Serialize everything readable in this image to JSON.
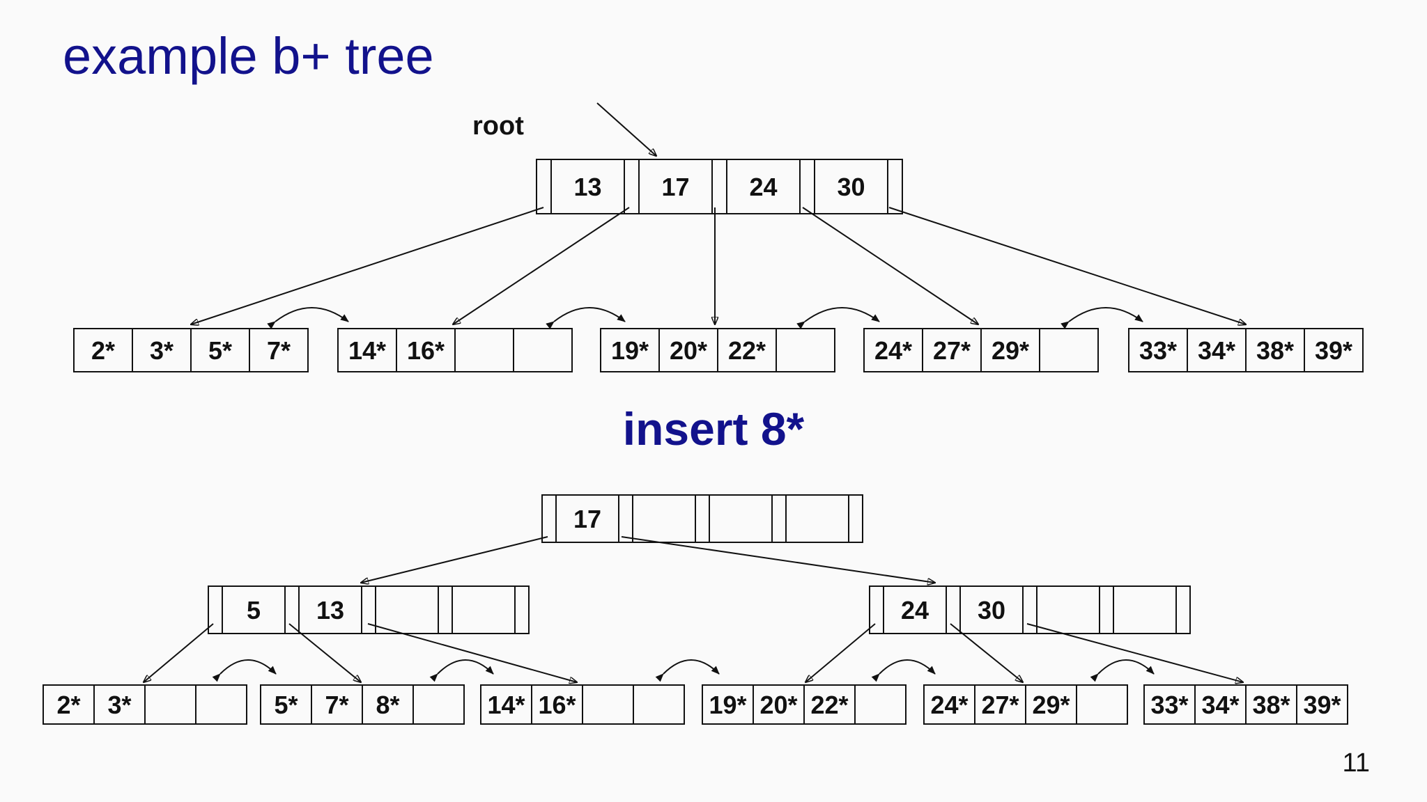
{
  "slide": {
    "title": "example b+ tree",
    "subtitle": "insert 8*",
    "page_number": "11",
    "root_label": "root"
  },
  "colors": {
    "title": "#12128c",
    "lines": "#111111",
    "background": "#fafafa"
  },
  "before_tree": {
    "root": [
      "13",
      "17",
      "24",
      "30"
    ],
    "leaves": [
      [
        "2*",
        "3*",
        "5*",
        "7*"
      ],
      [
        "14*",
        "16*",
        "",
        ""
      ],
      [
        "19*",
        "20*",
        "22*",
        ""
      ],
      [
        "24*",
        "27*",
        "29*",
        ""
      ],
      [
        "33*",
        "34*",
        "38*",
        "39*"
      ]
    ]
  },
  "after_tree": {
    "root": [
      "17",
      "",
      "",
      ""
    ],
    "inner_left": [
      "5",
      "13",
      "",
      ""
    ],
    "inner_right": [
      "24",
      "30",
      "",
      ""
    ],
    "leaves": [
      [
        "2*",
        "3*",
        "",
        ""
      ],
      [
        "5*",
        "7*",
        "8*",
        ""
      ],
      [
        "14*",
        "16*",
        "",
        ""
      ],
      [
        "19*",
        "20*",
        "22*",
        ""
      ],
      [
        "24*",
        "27*",
        "29*",
        ""
      ],
      [
        "33*",
        "34*",
        "38*",
        "39*"
      ]
    ]
  }
}
